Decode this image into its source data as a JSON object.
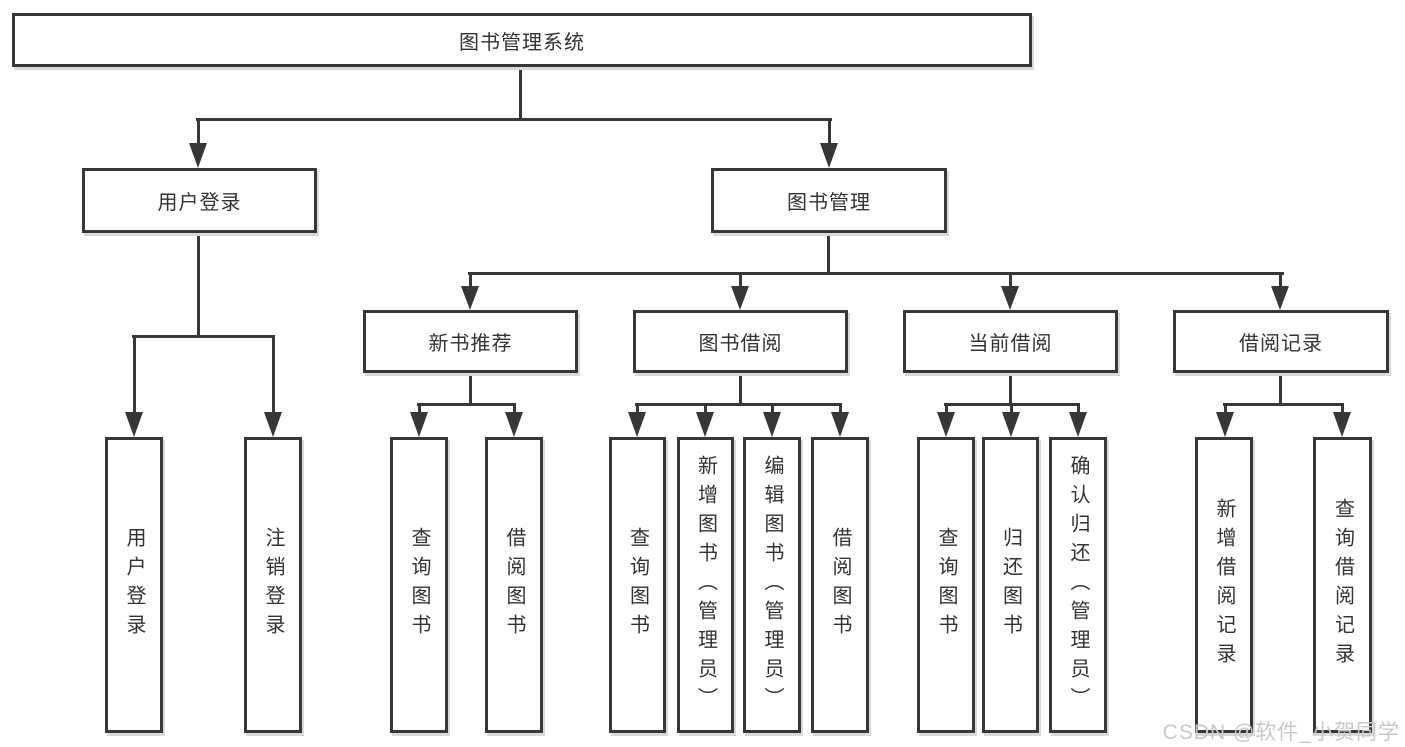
{
  "diagram": {
    "type": "hierarchy-tree",
    "orientation": "top-down",
    "colors": {
      "line": "#373737",
      "text": "#333333",
      "box_background": "#ffffff",
      "box_shadow": "#d9d9d9",
      "watermark": "#c8c8c8",
      "background": "#ffffff"
    }
  },
  "tree": {
    "root": {
      "label": "图书管理系统",
      "children": [
        {
          "label": "用户登录",
          "children": [
            {
              "label": "用户登录"
            },
            {
              "label": "注销登录"
            }
          ]
        },
        {
          "label": "图书管理",
          "children": [
            {
              "label": "新书推荐",
              "children": [
                {
                  "label": "查询图书"
                },
                {
                  "label": "借阅图书"
                }
              ]
            },
            {
              "label": "图书借阅",
              "children": [
                {
                  "label": "查询图书"
                },
                {
                  "label": "新增图书（管理员）"
                },
                {
                  "label": "编辑图书（管理员）"
                },
                {
                  "label": "借阅图书"
                }
              ]
            },
            {
              "label": "当前借阅",
              "children": [
                {
                  "label": "查询图书"
                },
                {
                  "label": "归还图书"
                },
                {
                  "label": "确认归还（管理员）"
                }
              ]
            },
            {
              "label": "借阅记录",
              "children": [
                {
                  "label": "新增借阅记录"
                },
                {
                  "label": "查询借阅记录"
                }
              ]
            }
          ]
        }
      ]
    }
  },
  "watermark": {
    "text": "CSDN @软件_小贺同学"
  }
}
